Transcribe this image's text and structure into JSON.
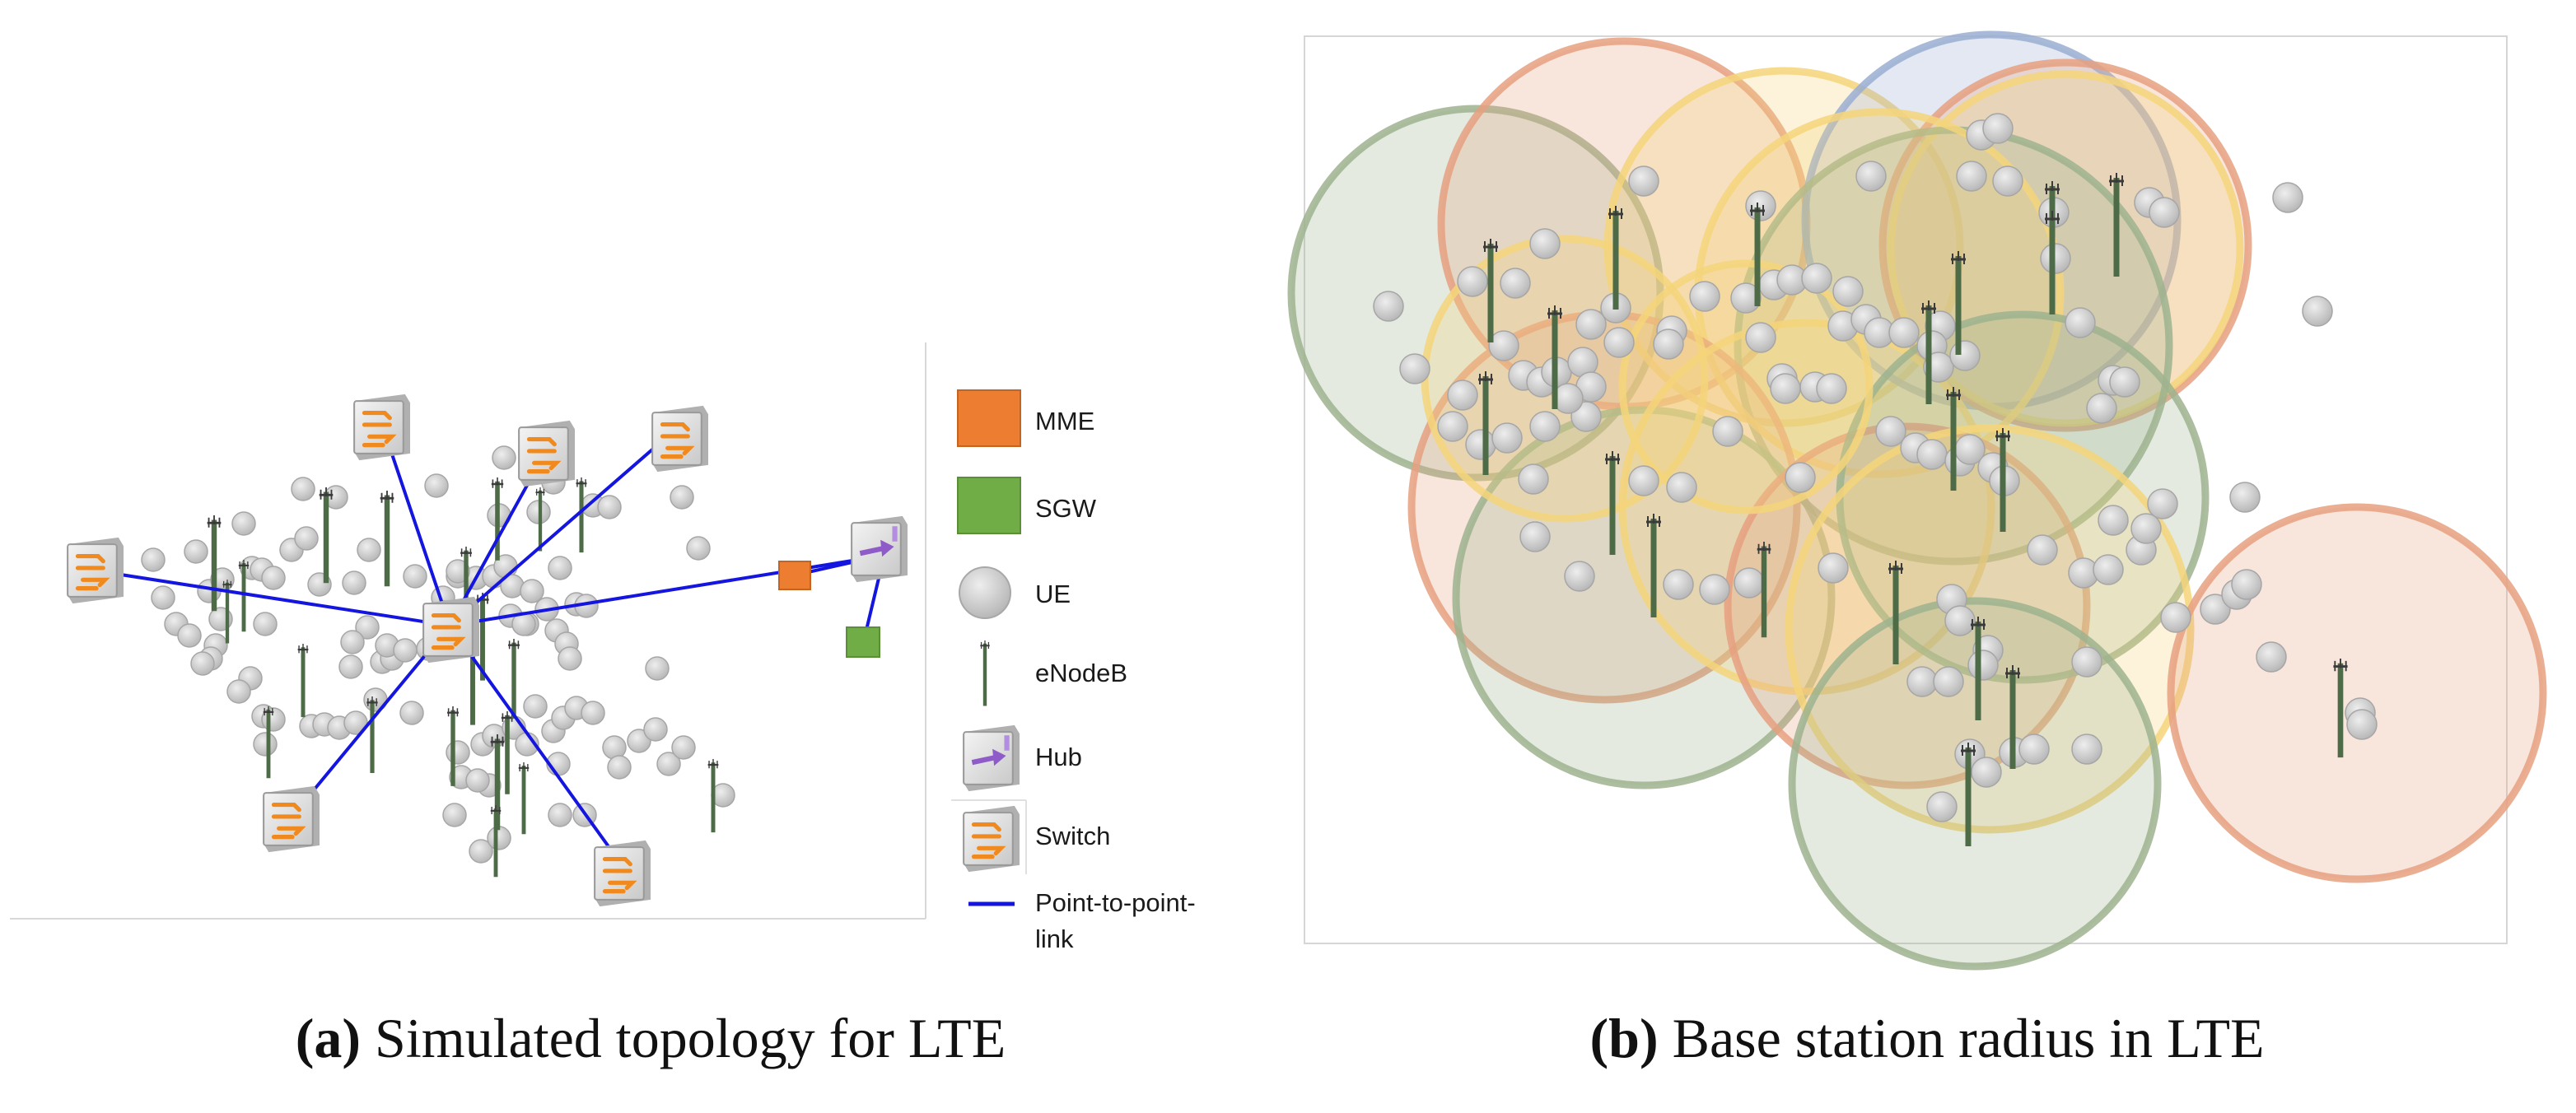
{
  "panel_a": {
    "caption_letter": "a",
    "caption_text": "Simulated topology for LTE",
    "legend": [
      {
        "key": "mme",
        "label": "MME",
        "color": "#ED7D31"
      },
      {
        "key": "sgw",
        "label": "SGW",
        "color": "#70AD47"
      },
      {
        "key": "ue",
        "label": "UE",
        "color": "#D0D0D0"
      },
      {
        "key": "enodeb",
        "label": "eNodeB",
        "color": "#5E7A56"
      },
      {
        "key": "hub",
        "label": "Hub",
        "color": "#8E5BC9"
      },
      {
        "key": "switch",
        "label": "Switch",
        "color": "#F08A1E"
      },
      {
        "key": "link",
        "label_line1": "Point-to-point-",
        "label_line2": "link",
        "color": "#1515E0"
      }
    ]
  },
  "panel_b": {
    "caption_letter": "b",
    "caption_text": "Base station radius in LTE",
    "circle_colors": {
      "green": "#9EB38E",
      "orange": "#E6A080",
      "yellow": "#F5D57A",
      "blue": "#9AAED2"
    }
  }
}
